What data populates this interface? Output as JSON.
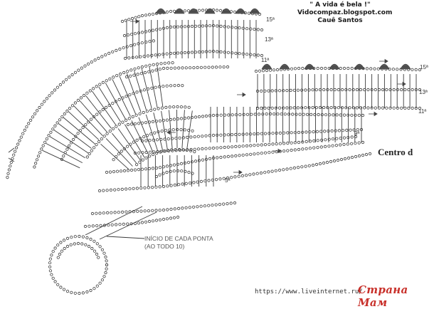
{
  "header": {
    "line1": "\" A vida é bela !\"",
    "line2": "Vidocompaz.blogspot.com",
    "line3": "Cauê Santos"
  },
  "row_labels": [
    "15ª",
    "13ª",
    "11ª",
    "15ª",
    "13ª",
    "11ª",
    "9ª",
    "5ª"
  ],
  "start_note": {
    "line1": "INÍCIO DE CADA PONTA",
    "line2": "(AO TODO 10)"
  },
  "center_label": "Centro d",
  "footer": {
    "url": "https://www.liveinternet.ru/",
    "watermark": "Страна Мам"
  },
  "colors": {
    "ink": "#3a3a3a",
    "paper": "#ffffff",
    "watermark": "#c8302a"
  }
}
